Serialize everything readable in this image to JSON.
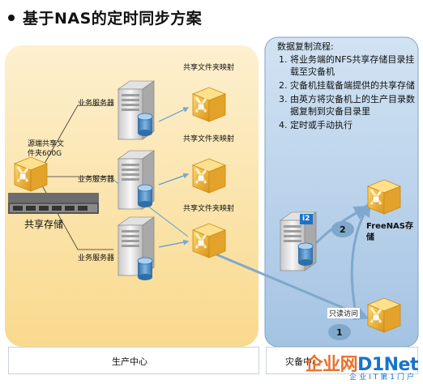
{
  "title": "基于NAS的定时同步方案",
  "left_panel": {
    "source_label_line1": "源端共享文",
    "source_label_line2": "件夹600G",
    "shared_storage_label": "共享存储",
    "servers": [
      {
        "label": "业务服务器"
      },
      {
        "label": "业务服务器"
      },
      {
        "label": "业务服务器"
      }
    ],
    "share_maps": [
      {
        "label": "共享文件夹映射"
      },
      {
        "label": "共享文件夹映射"
      },
      {
        "label": "共享文件夹映射"
      }
    ],
    "footer_label": "生产中心"
  },
  "right_panel": {
    "process_heading": "数据复制流程:",
    "steps": [
      "将业务端的NFS共享存储目录挂载至灾备机",
      "灾备机挂载备端提供的共享存储",
      "由英方将灾备机上的生产目录数据复制到灾备目录里",
      "定时或手动执行"
    ],
    "server_badge": "i2",
    "freenas_line1": "FreeNAS存",
    "freenas_line2": "储",
    "readonly_label": "只读访问",
    "step_markers": [
      "2",
      "1"
    ],
    "footer_label": "灾备中心"
  },
  "watermark": {
    "brand_orange": "企业网",
    "brand_blue": "D1Net",
    "sub": "企业IT第1门户"
  },
  "colors": {
    "left_panel_fill": "#fbe3a8",
    "right_panel_fill": "#b9d2ea",
    "arrow": "#7fa8cc",
    "box_yellow": "#f2b93a"
  },
  "icons": [
    "server-icon",
    "storage-box-icon",
    "disk-array-icon"
  ]
}
